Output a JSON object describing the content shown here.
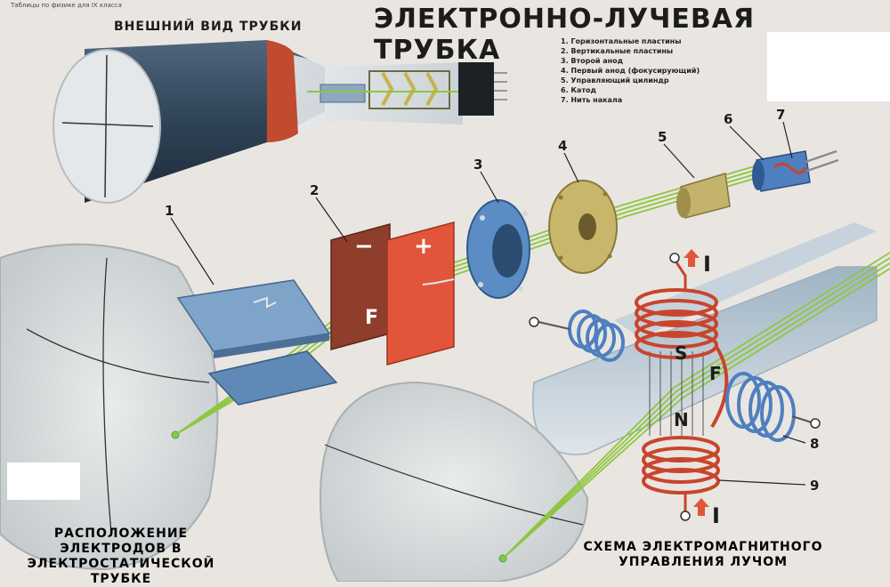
{
  "header": {
    "series_note": "Таблицы по физике для IX класса",
    "title": "ЭЛЕКТРОННО-ЛУЧЕВАЯ ТРУБКА",
    "exterior_caption": "ВНЕШНИЙ ВИД ТРУБКИ"
  },
  "legend": [
    "1. Горизонтальные пластины",
    "2. Вертикальные пластины",
    "3. Второй анод",
    "4. Первый анод (фокусирующий)",
    "5. Управляющий цилиндр",
    "6. Катод",
    "7. Нить накала"
  ],
  "labels": {
    "n1": "1",
    "n2": "2",
    "n3": "3",
    "n4": "4",
    "n5": "5",
    "n6": "6",
    "n7": "7",
    "n8": "8",
    "n9": "9",
    "minus": "−",
    "plus": "+",
    "force_electrostatic": "F",
    "force_magnetic": "F",
    "pole_s": "S",
    "pole_n": "N",
    "current_top": "I",
    "current_bottom": "I"
  },
  "captions": {
    "electrostatic": "РАСПОЛОЖЕНИЕ ЭЛЕКТРОДОВ В ЭЛЕКТРОСТАТИЧЕСКОЙ ТРУБКЕ",
    "magnetic": "СХЕМА ЭЛЕКТРОМАГНИТНОГО УПРАВЛЕНИЯ ЛУЧОМ"
  },
  "colors": {
    "beam": "#8fc63f",
    "plates_blue": "#6f98c2",
    "plate_brown": "#8e3e2a",
    "plate_red": "#e2553a",
    "coil_copper": "#c8452c",
    "coil_blue": "#4f7fc0",
    "tube_dark": "#2f4356"
  }
}
